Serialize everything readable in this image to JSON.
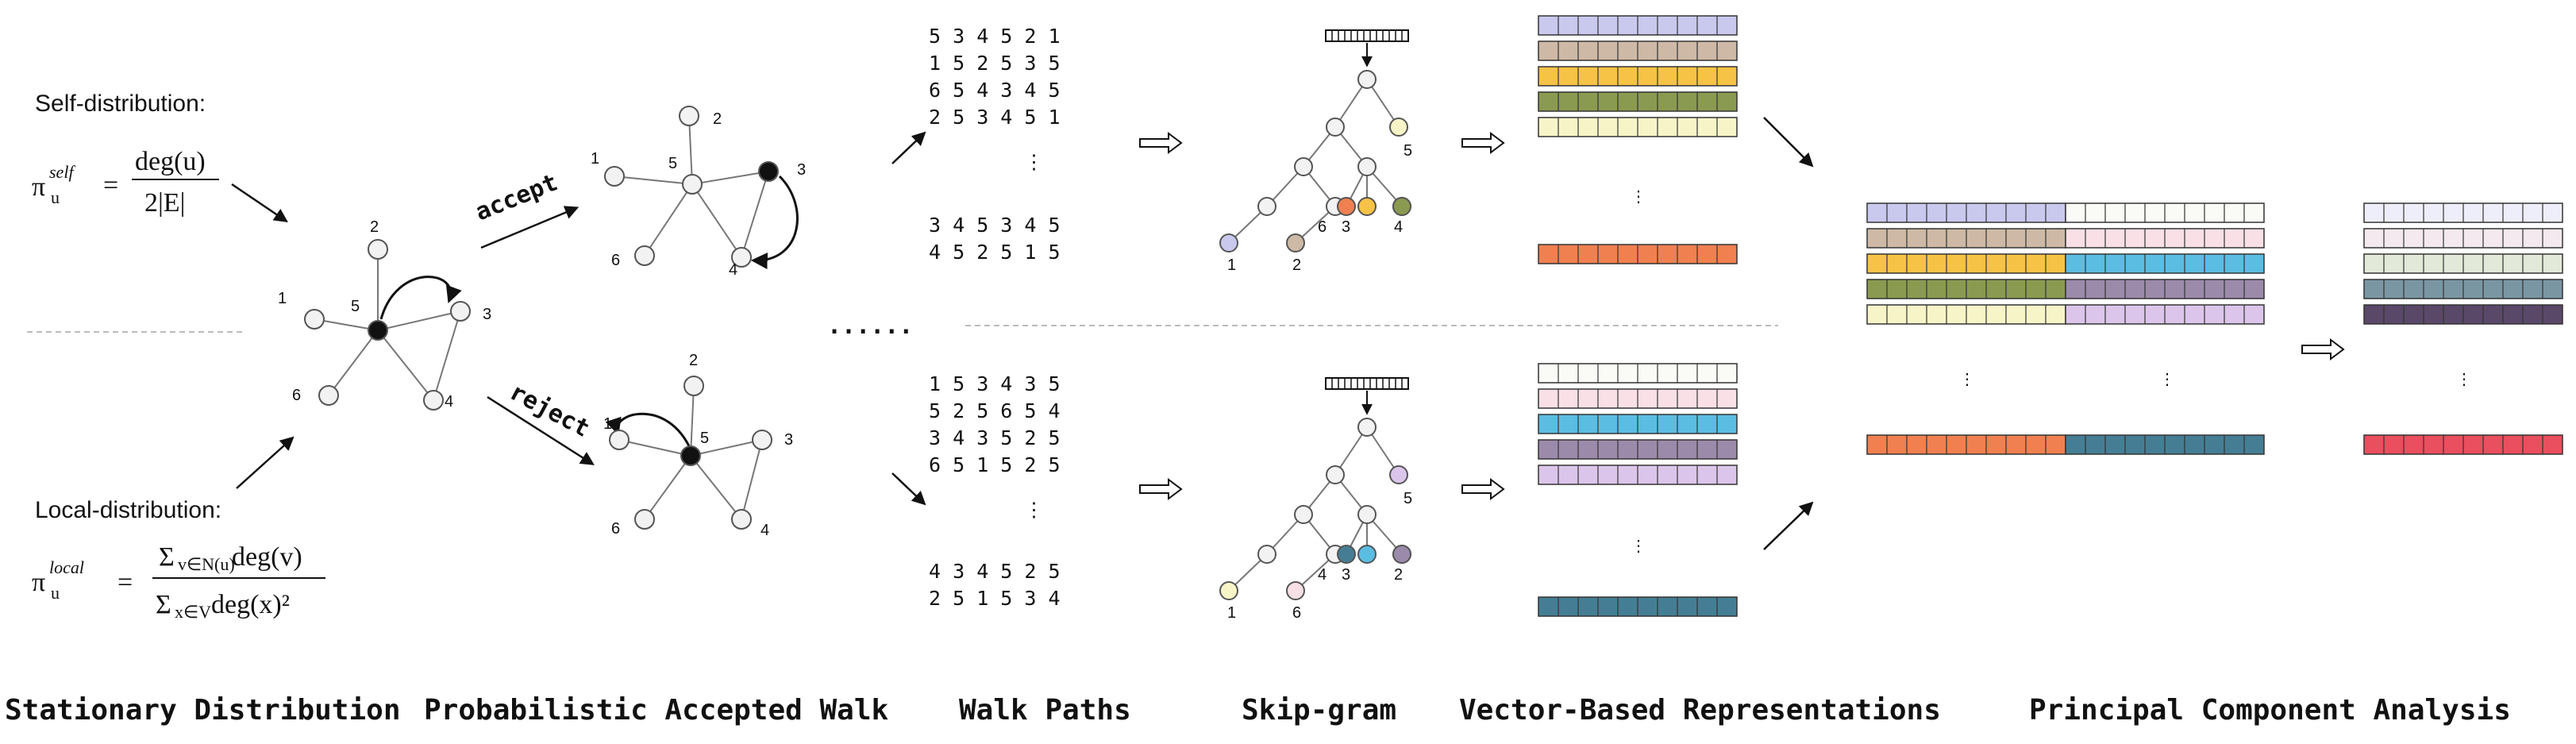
{
  "captions": [
    "Stationary Distribution",
    "Probabilistic Accepted Walk",
    "Walk Paths",
    "Skip-gram",
    "Vector-Based Representations",
    "Principal Component Analysis"
  ],
  "self_distribution": {
    "label": "Self-distribution:",
    "symbol": "π",
    "sub": "u",
    "sup": "self",
    "numerator": "deg(u)",
    "denominator": "2|E|"
  },
  "local_distribution": {
    "label": "Local-distribution:",
    "symbol": "π",
    "sub": "u",
    "sup": "local",
    "numerator": "Σ",
    "numerator_sub": "v∈N(u)",
    "numerator_tail": "deg(v)",
    "denominator": "Σ",
    "denominator_sub": "x∈V",
    "denominator_tail": "deg(x)²"
  },
  "walk": {
    "accept_label": "accept",
    "reject_label": "reject",
    "ellipsis": "......",
    "node_labels": [
      "1",
      "2",
      "3",
      "4",
      "5",
      "6"
    ]
  },
  "walk_paths": {
    "top": [
      "5 3 4 5 2 1",
      "1 5 2 5 3 5",
      "6 5 4 3 4 5",
      "2 5 3 4 5 1",
      "3 4 5 3 4 5",
      "4 5 2 5 1 5"
    ],
    "bottom": [
      "1 5 3 4 3 5",
      "5 2 5 6 5 4",
      "3 4 3 5 2 5",
      "6 5 1 5 2 5",
      "4 3 4 5 2 5",
      "2 5 1 5 3 4"
    ],
    "dots": "⋮"
  },
  "skipgram": {
    "top_leaf_labels": [
      "1",
      "2",
      "6",
      "3",
      "4",
      "5"
    ],
    "bottom_leaf_labels": [
      "1",
      "6",
      "4",
      "3",
      "2",
      "5"
    ]
  },
  "colors": {
    "lavender": "#c9c9ee",
    "tan": "#cdb9a6",
    "gold": "#f7c346",
    "olive": "#8a9a50",
    "cream": "#f7f5c8",
    "orange": "#f08050",
    "blush": "#f9e0e6",
    "sky": "#5bbde2",
    "mauve": "#9c8aaa",
    "lilac": "#dcc5ea",
    "teal": "#457e94",
    "red": "#e94f5e"
  }
}
